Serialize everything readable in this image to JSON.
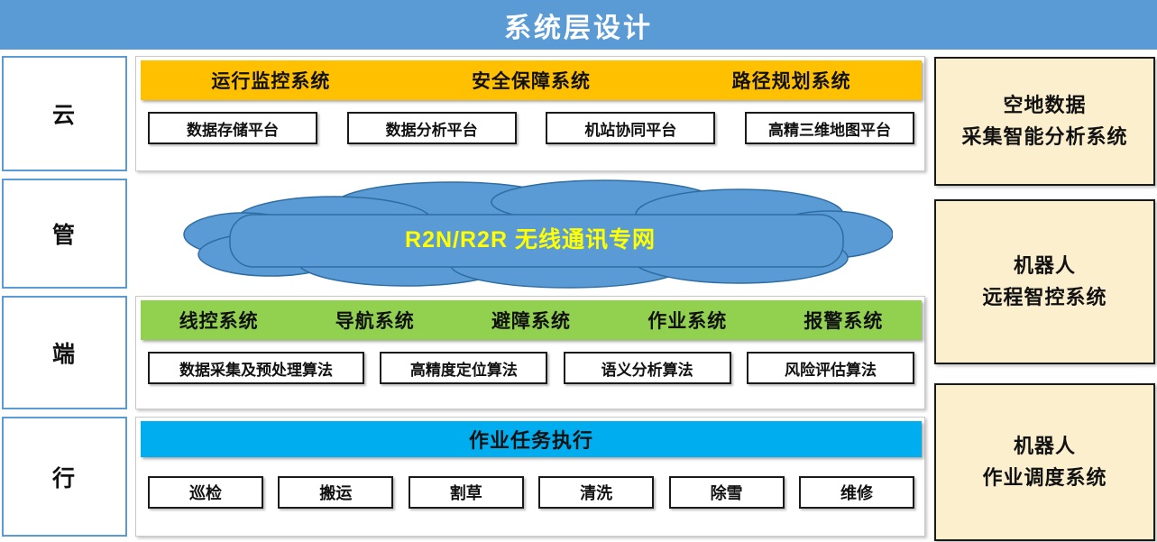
{
  "header": {
    "title": "系统层设计"
  },
  "left_labels": [
    {
      "label": "云"
    },
    {
      "label": "管"
    },
    {
      "label": "端"
    },
    {
      "label": "行"
    }
  ],
  "cloud_layer": {
    "band_color": "#FFC000",
    "systems": [
      "运行监控系统",
      "安全保障系统",
      "路径规划系统"
    ],
    "platforms": [
      "数据存储平台",
      "数据分析平台",
      "机站协同平台",
      "高精三维地图平台"
    ]
  },
  "network_layer": {
    "cloud_fill": "#5B9BD5",
    "text_color": "#FFFF00",
    "label": "R2N/R2R  无线通讯专网"
  },
  "edge_layer": {
    "band_color": "#92D050",
    "systems": [
      "线控系统",
      "导航系统",
      "避障系统",
      "作业系统",
      "报警系统"
    ],
    "algorithms": [
      "数据采集及预处理算法",
      "高精度定位算法",
      "语义分析算法",
      "风险评估算法"
    ]
  },
  "execution_layer": {
    "band_color": "#00AEEF",
    "title": "作业任务执行",
    "tasks": [
      "巡检",
      "搬运",
      "割草",
      "清洗",
      "除雪",
      "维修"
    ]
  },
  "right_boxes": [
    {
      "lines": [
        "空地数据",
        "采集智能分析系统"
      ]
    },
    {
      "lines": [
        "机器人",
        "远程智控系统"
      ]
    },
    {
      "lines": [
        "机器人",
        "作业调度系统"
      ]
    }
  ]
}
